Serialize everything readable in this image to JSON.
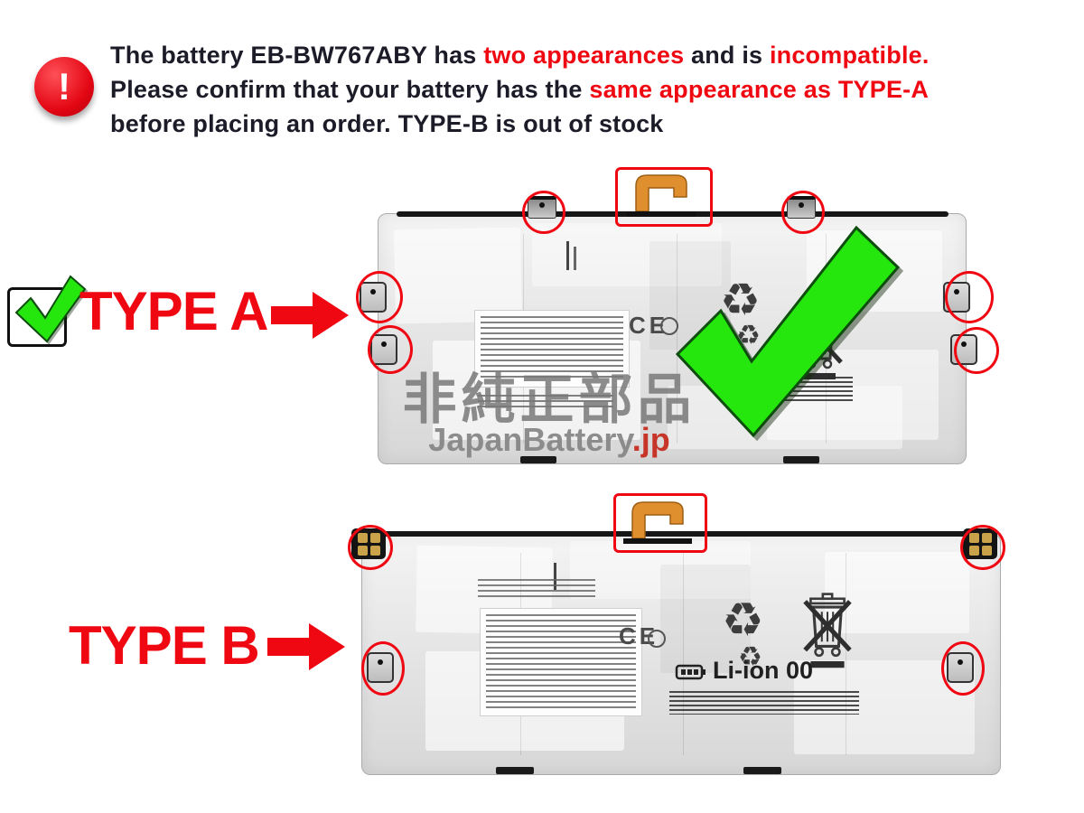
{
  "page": {
    "background": "#ffffff"
  },
  "colors": {
    "red": "#ef0712",
    "green": "#25e70d",
    "orange": "#df8f2d",
    "ink": "#1c1c28",
    "wmgray": "#8c8c8c"
  },
  "warning": {
    "icon_glyph": "!",
    "line1_black1": "The battery EB-BW767ABY has ",
    "line1_red1": "two appearances",
    "line1_black2": " and is ",
    "line1_red2": "incompatible.",
    "line2_black1": "Please confirm that your battery has the ",
    "line2_red1": "same appearance as TYPE-A",
    "line3_black1": "before placing an order. TYPE-B is out of stock"
  },
  "type_a": {
    "label": "TYPE A"
  },
  "type_b": {
    "label": "TYPE B"
  },
  "watermark": {
    "cjk": "非純正部品",
    "brand": "JapanBattery",
    "tld": ".jp"
  },
  "battery_a": {
    "ce_mark": "CE"
  },
  "battery_b": {
    "ce_mark": "CE",
    "chemistry": "Li-ion 00"
  },
  "icons": {
    "recycle": "♻"
  }
}
